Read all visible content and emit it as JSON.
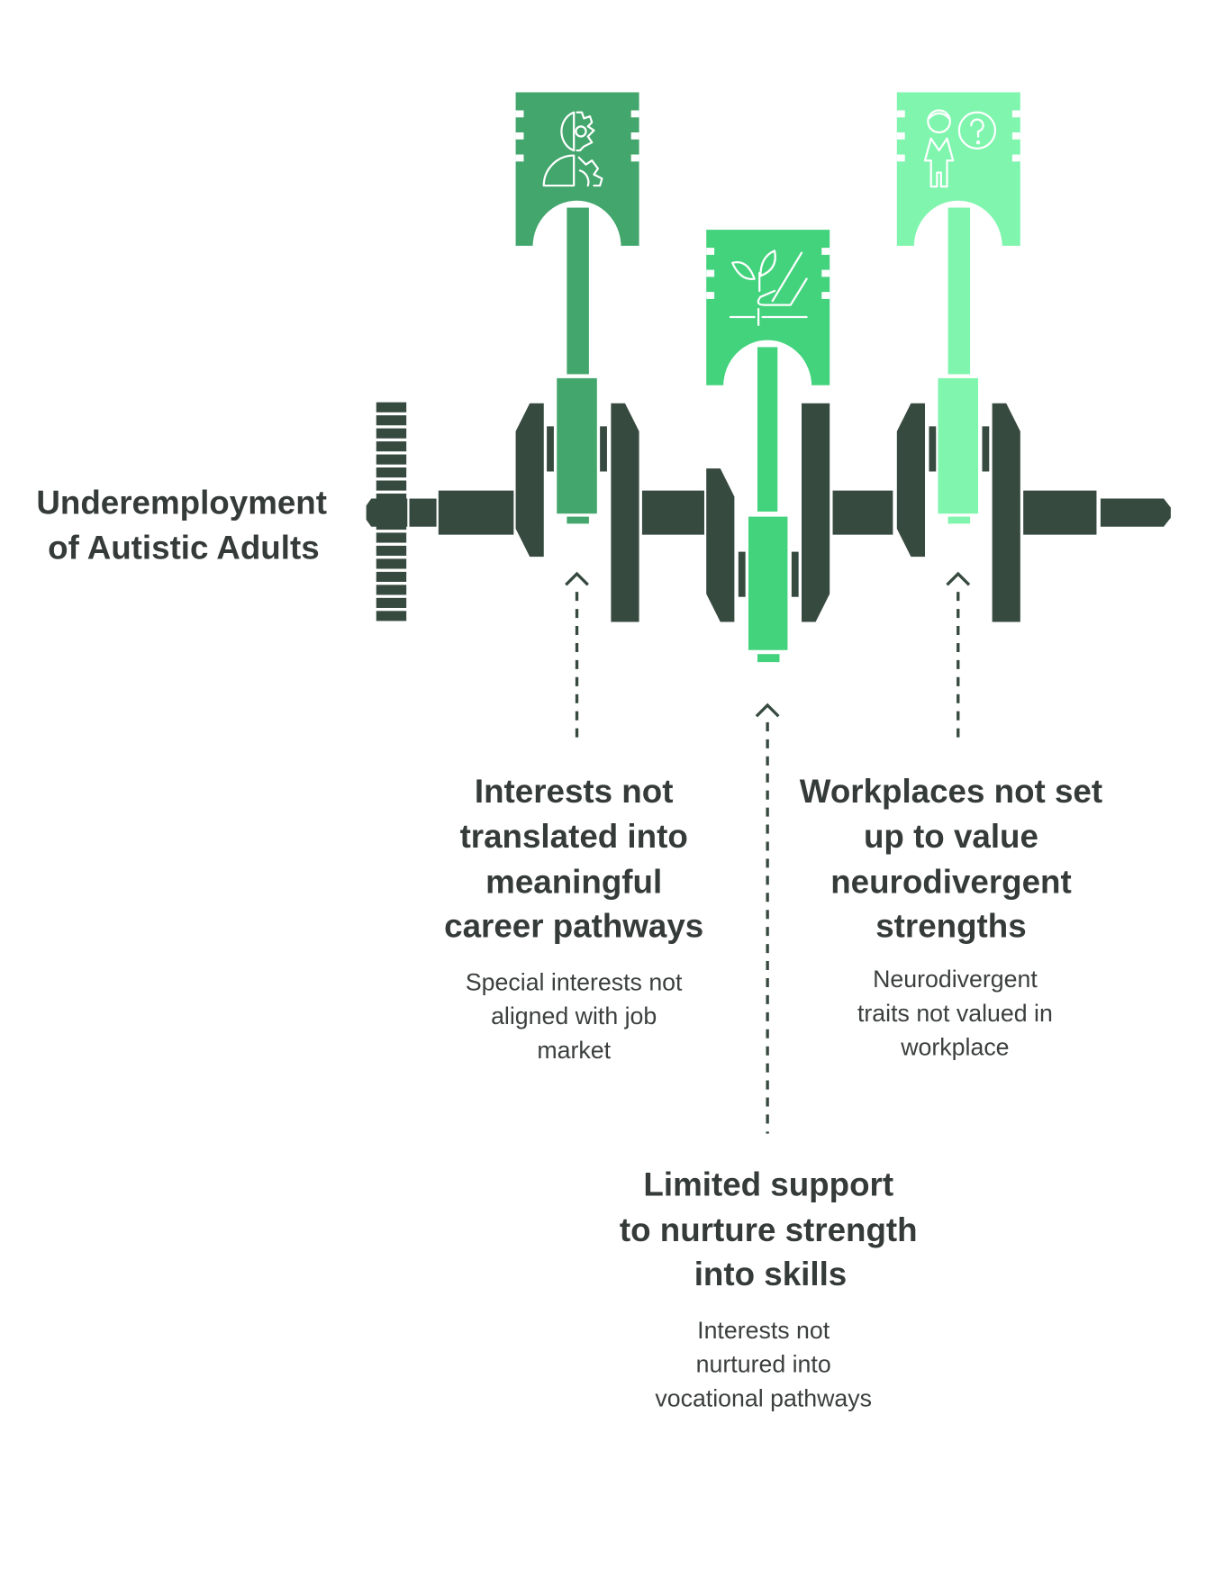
{
  "title": [
    "Underemployment",
    "of Autistic Adults"
  ],
  "colors": {
    "dark": "#374a3f",
    "piston1": "#43a66c",
    "piston2": "#43d37d",
    "piston3": "#80f5ae"
  },
  "causes": [
    {
      "icon": "person-gear-icon",
      "heading": [
        "Interests not",
        "translated into",
        "meaningful",
        "career pathways"
      ],
      "description": [
        "Special interests not",
        "aligned with job",
        "market"
      ]
    },
    {
      "icon": "hand-plant-icon",
      "heading": [
        "Limited support",
        "to nurture strength",
        "into skills"
      ],
      "description": [
        "Interests not",
        "nurtured into",
        "vocational pathways"
      ]
    },
    {
      "icon": "person-question-icon",
      "heading": [
        "Workplaces not set",
        "up to value",
        "neurodivergent",
        "strengths"
      ],
      "description": [
        "Neurodivergent",
        "traits not valued in",
        "workplace"
      ]
    }
  ]
}
